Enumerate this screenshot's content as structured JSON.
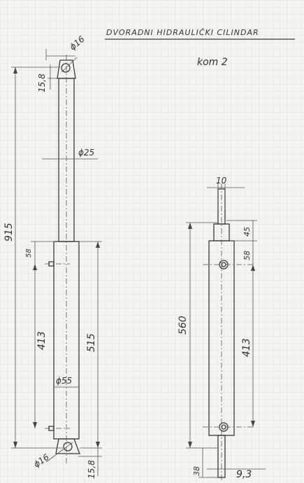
{
  "sheet": {
    "title": "DVORADNI HIDRAULIČKI CILINDAR",
    "quantity": "kom 2",
    "grid_color": "#c9d3d9",
    "ink_color": "#3a3a3a",
    "paper_color": "#f4f4f0"
  },
  "left_view": {
    "dims": {
      "eye_diameter_top": "ϕ16",
      "eye_length_top": "15,8",
      "rod_diameter": "ϕ25",
      "total_length": "915",
      "port_offset": "58",
      "port_spacing": "413",
      "barrel_length": "515",
      "barrel_diameter": "ϕ55",
      "eye_diameter_bottom": "ϕ16",
      "eye_length_bottom": "15,8"
    }
  },
  "right_view": {
    "dims": {
      "rod_width": "10",
      "rod_protrusion": "45",
      "port_offset": "58",
      "body_length": "560",
      "port_spacing": "413",
      "bottom_offset": "38",
      "bottom_width": "9,3"
    }
  }
}
